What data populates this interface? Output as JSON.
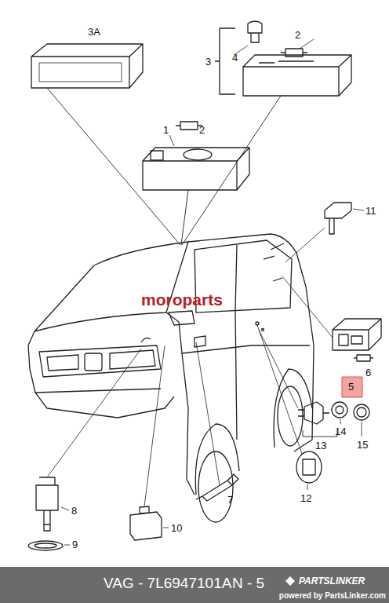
{
  "diagram": {
    "labels": [
      "3A",
      "2",
      "3",
      "4",
      "1",
      "2",
      "moroparts",
      "11",
      "5",
      "6",
      "14",
      "15",
      "13",
      "12",
      "8",
      "7",
      "10",
      "9",
      "VAG - 7L6947101A",
      "N - 5",
      "PARTSLINKER",
      "powered by PartsLinker.com"
    ]
  }
}
